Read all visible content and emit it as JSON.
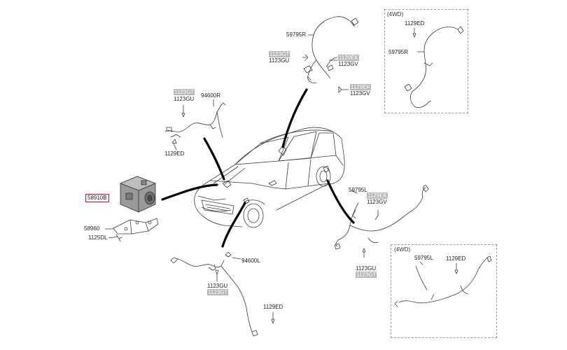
{
  "labels": {
    "p_1123GT_a": "1123GT",
    "p_1123GU_a": "1123GU",
    "p_94600R": "94600R",
    "p_1129ED_a": "1129ED",
    "p_58910B": "58910B",
    "p_58960": "58960",
    "p_1125DL": "1125DL",
    "p_94600L": "94600L",
    "p_1123GU_b": "1123GU",
    "p_1123GT_b": "1123GT",
    "p_1129ED_b": "1129ED",
    "p_59795R": "59795R",
    "p_1123GT_c": "1123GT",
    "p_1123GU_c": "1123GU",
    "p_1129EK_a": "1129EK",
    "p_1123GV_a": "1123GV",
    "p_1129EK_b": "1129EK",
    "p_1123GV_b": "1123GV",
    "p_59795L": "59795L",
    "p_1129EK_c": "1129EK",
    "p_1123GV_c": "1123GV",
    "p_1123GU_d": "1123GU",
    "p_1123GT_d": "1123GT",
    "box_4wd_top_title": "(4WD)",
    "box_4wd_top_1129ED": "1129ED",
    "box_4wd_top_59795R": "59795R",
    "box_4wd_bottom_title": "(4WD)",
    "box_4wd_bottom_59795L": "59795L",
    "box_4wd_bottom_1129ED": "1129ED"
  },
  "colors": {
    "line": "#3a3a3a",
    "grey_label_bg": "#b7b7b7",
    "highlight_border": "#c8102e",
    "leader_black": "#000000"
  },
  "icons": [
    "car-illustration",
    "abs-module-icon",
    "bracket-icon",
    "wheel-speed-sensor-icon",
    "bolt-icon",
    "harness-icon"
  ]
}
